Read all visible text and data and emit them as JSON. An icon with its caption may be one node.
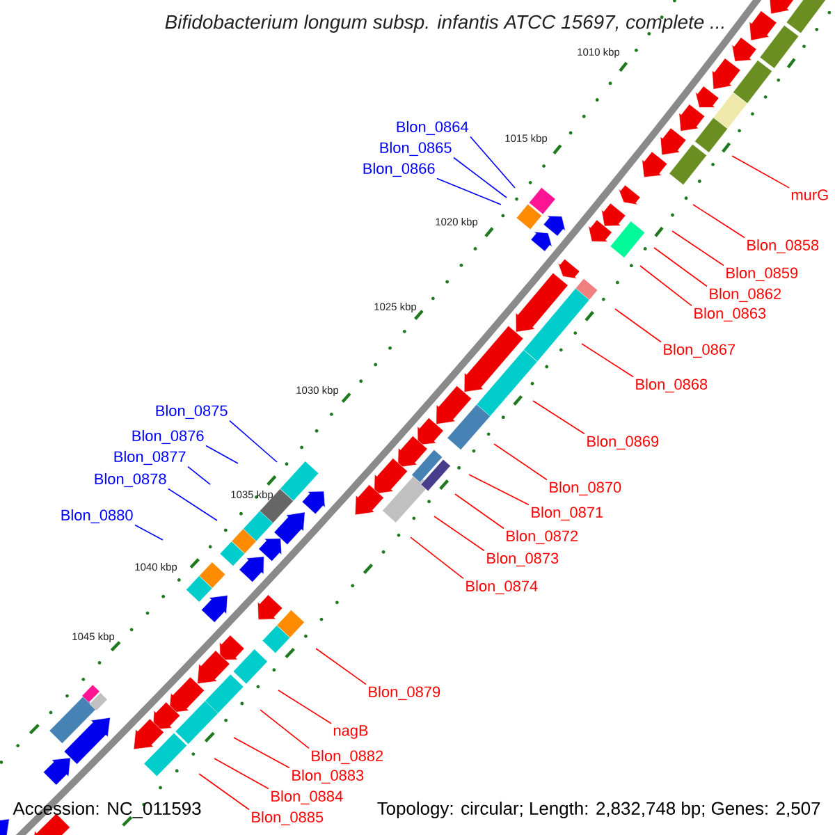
{
  "diagram": {
    "title": "Bifidobacterium longum subsp. infantis ATCC 15697, complete ...",
    "nodes": [
      {
        "text": [
          "Blon_0864"
        ]
      },
      {
        "text": [
          "Blon_0865"
        ]
      },
      {
        "text": [
          "Blon_0866"
        ]
      },
      {
        "text": [
          "murG"
        ]
      },
      {
        "text": [
          "Blon_0858"
        ]
      },
      {
        "text": [
          "Blon_0859"
        ]
      },
      {
        "text": [
          "Blon_0862"
        ]
      },
      {
        "text": [
          "Blon_0863"
        ]
      },
      {
        "text": [
          "Blon_0867"
        ]
      },
      {
        "text": [
          "Blon_0868"
        ]
      },
      {
        "text": [
          "Blon_0875"
        ]
      },
      {
        "text": [
          "Blon_0876"
        ]
      },
      {
        "text": [
          "Blon_0869"
        ]
      },
      {
        "text": [
          "Blon_0877"
        ]
      },
      {
        "text": [
          "Blon_0878"
        ]
      },
      {
        "text": [
          "Blon_0870"
        ]
      },
      {
        "text": [
          "Blon_0871"
        ]
      },
      {
        "text": [
          "Blon_0880"
        ]
      },
      {
        "text": [
          "Blon_0872"
        ]
      },
      {
        "text": [
          "Blon_0873"
        ]
      },
      {
        "text": [
          "Blon_0874"
        ]
      },
      {
        "text": [
          "Blon_0879"
        ]
      },
      {
        "text": [
          "nagB"
        ]
      },
      {
        "text": [
          "Blon_0882"
        ]
      },
      {
        "text": [
          "Blon_0883"
        ]
      },
      {
        "text": [
          "Blon_0884"
        ]
      },
      {
        "text": [
          "Blon_0885"
        ]
      }
    ],
    "edges": [
      {
        "from": 0,
        "to": null,
        "arrow": "none",
        "color": "#0000ff"
      },
      {
        "from": 1,
        "to": null,
        "arrow": "none",
        "color": "#0000ff"
      },
      {
        "from": 2,
        "to": null,
        "arrow": "none",
        "color": "#0000ff"
      },
      {
        "from": 3,
        "to": null,
        "arrow": "none"
      },
      {
        "from": 4,
        "to": null,
        "arrow": "none"
      },
      {
        "from": 5,
        "to": null,
        "arrow": "none"
      },
      {
        "from": 6,
        "to": null,
        "arrow": "none"
      },
      {
        "from": 7,
        "to": null,
        "arrow": "none"
      },
      {
        "from": 8,
        "to": null,
        "arrow": "none"
      },
      {
        "from": 9,
        "to": null,
        "arrow": "none"
      },
      {
        "from": 10,
        "to": null,
        "arrow": "none",
        "color": "#0000ff"
      },
      {
        "from": 11,
        "to": null,
        "arrow": "none",
        "color": "#0000ff"
      },
      {
        "from": 12,
        "to": null,
        "arrow": "none"
      },
      {
        "from": 13,
        "to": null,
        "arrow": "none",
        "color": "#0000ff"
      },
      {
        "from": 14,
        "to": null,
        "arrow": "none",
        "color": "#0000ff"
      },
      {
        "from": 15,
        "to": null,
        "arrow": "none"
      },
      {
        "from": 16,
        "to": null,
        "arrow": "none"
      },
      {
        "from": 17,
        "to": null,
        "arrow": "none",
        "color": "#0000ff"
      },
      {
        "from": 18,
        "to": null,
        "arrow": "none"
      },
      {
        "from": 19,
        "to": null,
        "arrow": "none"
      },
      {
        "from": 20,
        "to": null,
        "arrow": "none"
      },
      {
        "from": 21,
        "to": null,
        "arrow": "none"
      },
      {
        "from": 22,
        "to": null,
        "arrow": "none"
      },
      {
        "from": 23,
        "to": null,
        "arrow": "none"
      },
      {
        "from": 24,
        "to": null,
        "arrow": "none"
      },
      {
        "from": 25,
        "to": null,
        "arrow": "none"
      },
      {
        "from": 26,
        "to": null,
        "arrow": "none"
      }
    ],
    "labels": [
      "1010 kbp",
      "1015 kbp",
      "1020 kbp",
      "1025 kbp",
      "1030 kbp",
      "1035 kbp",
      "1040 kbp",
      "1045 kbp",
      "Accession: NC_011593",
      "Topology: circular; Length: 2,832,748 bp; Genes: 2,507"
    ]
  }
}
